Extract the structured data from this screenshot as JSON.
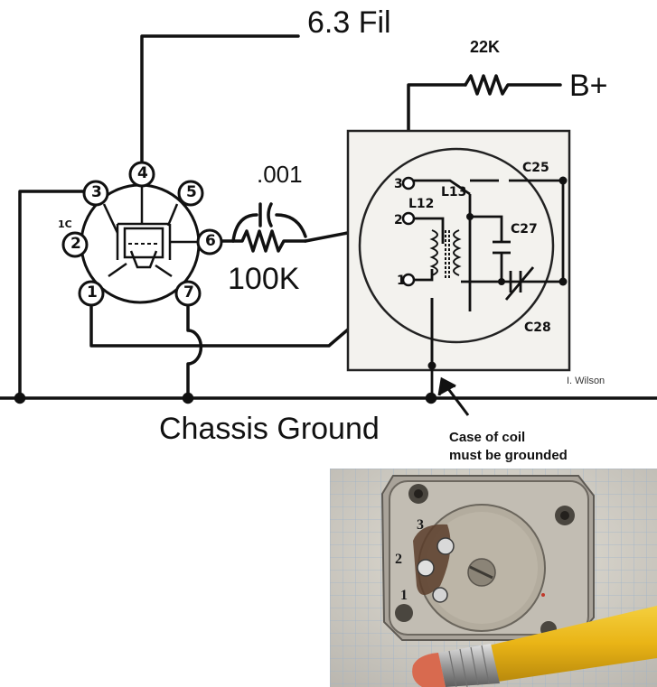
{
  "labels": {
    "filament": "6.3 Fil",
    "cap_value": ".001",
    "grid_resistor": "100K",
    "plate_resistor": "22K",
    "supply": "B+",
    "ground": "Chassis Ground",
    "credit": "I. Wilson",
    "note_line1": "Case of coil",
    "note_line2": "must be grounded"
  },
  "tube_pins": [
    "1",
    "2",
    "3",
    "4",
    "5",
    "6",
    "7"
  ],
  "tube_mark": "1C",
  "coil": {
    "terminals": [
      "1",
      "2",
      "3"
    ],
    "windings": [
      "L12",
      "L13"
    ],
    "capacitors": [
      "C25",
      "C27",
      "C28"
    ]
  },
  "photo": {
    "terminal_numbers": [
      "3",
      "2",
      "1"
    ]
  },
  "colors": {
    "ink": "#111111",
    "coil_box": "#f3f2ee",
    "pencil_yellow": "#e9b416",
    "eraser": "#d86a4f",
    "can_metal": "#a9a39a"
  }
}
